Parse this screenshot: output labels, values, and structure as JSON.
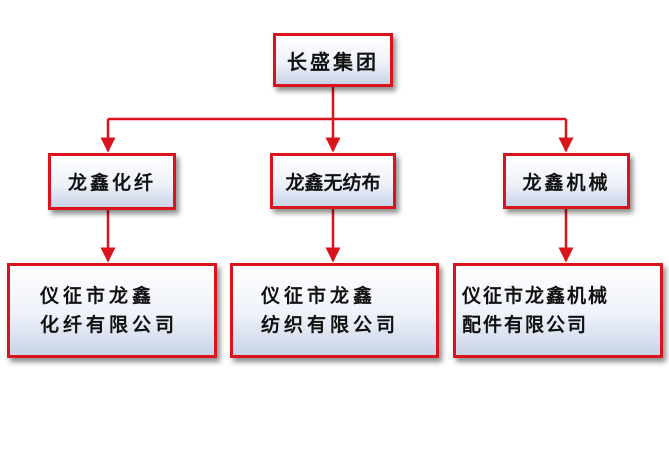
{
  "root": {
    "label": "长盛集团"
  },
  "branches": [
    {
      "label": "龙鑫化纤",
      "child": "仪征市龙鑫\n化纤有限公司"
    },
    {
      "label": "龙鑫无纺布",
      "child": "仪征市龙鑫\n纺织有限公司"
    },
    {
      "label": "龙鑫机械",
      "child": "仪征市龙鑫机械\n配件有限公司"
    }
  ],
  "colors": {
    "line": "#d9141d",
    "border": "#d9141d",
    "fill_top": "#ffffff",
    "fill_bottom": "#c9d4e8"
  }
}
